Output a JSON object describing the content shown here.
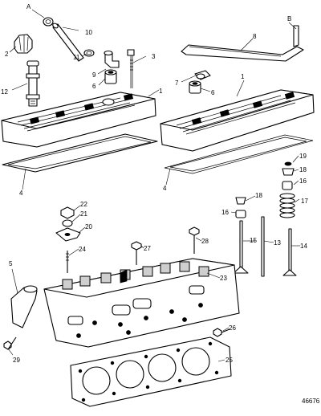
{
  "figure_id": "46676",
  "callouts": {
    "A": "A",
    "B": "B",
    "c1a": "1",
    "c1b": "1",
    "c2": "2",
    "c3": "3",
    "c4a": "4",
    "c4b": "4",
    "c5": "5",
    "c6a": "6",
    "c6b": "6",
    "c7": "7",
    "c8": "8",
    "c9": "9",
    "c10": "10",
    "c11": "11",
    "c12": "12",
    "c13": "13",
    "c14": "14",
    "c15": "15",
    "c16a": "16",
    "c16b": "16",
    "c17": "17",
    "c18a": "18",
    "c18b": "18",
    "c19": "19",
    "c20": "20",
    "c21": "21",
    "c22": "22",
    "c23": "23",
    "c24": "24",
    "c25": "25",
    "c26": "26",
    "c27": "27",
    "c28": "28",
    "c29": "29"
  }
}
